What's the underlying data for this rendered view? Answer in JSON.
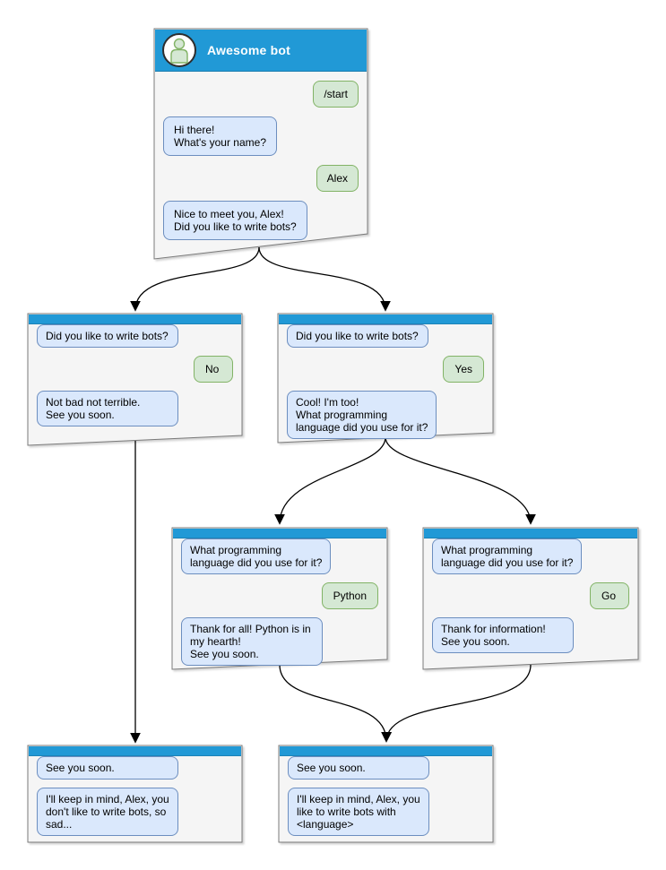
{
  "colors": {
    "header_blue": "#2199d6",
    "window_fill": "#f5f5f5",
    "window_border": "#7a7a7a",
    "bot_bubble_fill": "#dae8fc",
    "bot_bubble_border": "#6c8ebf",
    "user_bubble_fill": "#d5e8d4",
    "user_bubble_border": "#82b366",
    "title_text": "#ffffff",
    "arrow": "#000000"
  },
  "windows": [
    {
      "id": "main",
      "title": "Awesome bot",
      "avatar": "person-icon",
      "messages": [
        {
          "side": "user",
          "text": "/start"
        },
        {
          "side": "bot",
          "text": "Hi there!\nWhat's your name?"
        },
        {
          "side": "user",
          "text": "Alex"
        },
        {
          "side": "bot",
          "text": "Nice to meet you, Alex!\nDid you like to write bots?"
        }
      ]
    },
    {
      "id": "branch-no",
      "messages": [
        {
          "side": "bot",
          "text": "Did you like to write bots?"
        },
        {
          "side": "user",
          "text": "No"
        },
        {
          "side": "bot",
          "text": "Not bad not terrible.\nSee you soon."
        }
      ]
    },
    {
      "id": "branch-yes",
      "messages": [
        {
          "side": "bot",
          "text": "Did you like to write bots?"
        },
        {
          "side": "user",
          "text": "Yes"
        },
        {
          "side": "bot",
          "text": "Cool! I'm too!\nWhat programming\nlanguage did you use for it?"
        }
      ]
    },
    {
      "id": "branch-python",
      "messages": [
        {
          "side": "bot",
          "text": "What programming\nlanguage did you use for it?"
        },
        {
          "side": "user",
          "text": "Python"
        },
        {
          "side": "bot",
          "text": "Thank for all! Python is in\nmy hearth!\nSee you soon."
        }
      ]
    },
    {
      "id": "branch-go",
      "messages": [
        {
          "side": "bot",
          "text": "What programming\nlanguage did you use for it?"
        },
        {
          "side": "user",
          "text": "Go"
        },
        {
          "side": "bot",
          "text": "Thank for information!\nSee you soon."
        }
      ]
    },
    {
      "id": "end-no",
      "messages": [
        {
          "side": "bot",
          "text": "See you soon."
        },
        {
          "side": "bot",
          "text": "I'll keep in mind, Alex, you\ndon't like to write bots, so\nsad..."
        }
      ]
    },
    {
      "id": "end-yes",
      "messages": [
        {
          "side": "bot",
          "text": "See you soon."
        },
        {
          "side": "bot",
          "text": "I'll keep in mind, Alex, you\nlike to write bots with\n<language>"
        }
      ]
    }
  ],
  "edges": [
    {
      "from": "main",
      "to": "branch-no"
    },
    {
      "from": "main",
      "to": "branch-yes"
    },
    {
      "from": "branch-no",
      "to": "end-no"
    },
    {
      "from": "branch-yes",
      "to": "branch-python"
    },
    {
      "from": "branch-yes",
      "to": "branch-go"
    },
    {
      "from": "branch-python",
      "to": "end-yes"
    },
    {
      "from": "branch-go",
      "to": "end-yes"
    }
  ]
}
